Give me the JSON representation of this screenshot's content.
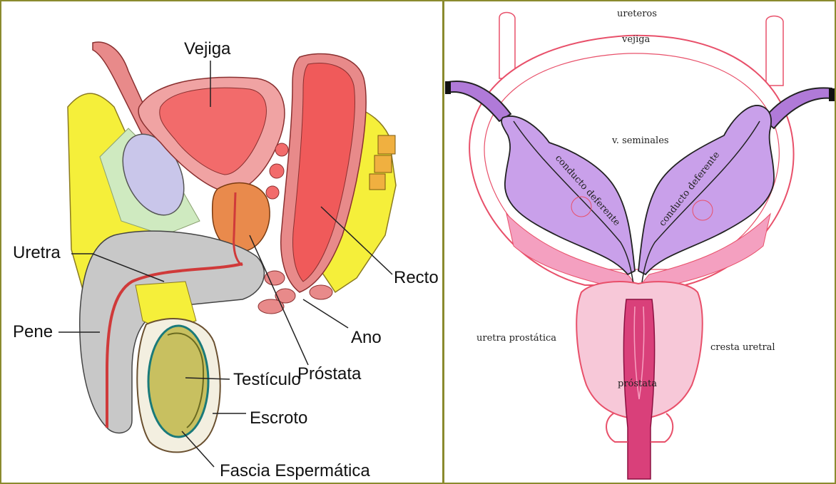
{
  "colors": {
    "frame": "#8a8a2e",
    "bladder": "#f26b6b",
    "bladder_wall": "#f0a3a3",
    "prostate_left": "#e98a4c",
    "rectum": "#f05a5a",
    "fat": "#f5ef3a",
    "penis": "#c8c8c8",
    "testis": "#c8c060",
    "seminal_vesicle": "#c9a0ea",
    "prostate_right": "#f7c8d8",
    "urethra_right": "#d9407a",
    "outline_pink": "#e8506a"
  },
  "left": {
    "labels": {
      "vejiga": "Vejiga",
      "uretra": "Uretra",
      "recto": "Recto",
      "pene": "Pene",
      "ano": "Ano",
      "testiculo": "Testículo",
      "prostata": "Próstata",
      "escroto": "Escroto",
      "fascia": "Fascia Espermática"
    }
  },
  "right": {
    "labels": {
      "ureteros": "ureteros",
      "vejiga": "vejiga",
      "vesiculas": "v. seminales",
      "conducto_izq": "conducto deferente",
      "conducto_der": "conducto deferente",
      "uretra_prostatica": "uretra prostática",
      "cresta_uretral": "cresta uretral",
      "prostata": "próstata"
    }
  }
}
